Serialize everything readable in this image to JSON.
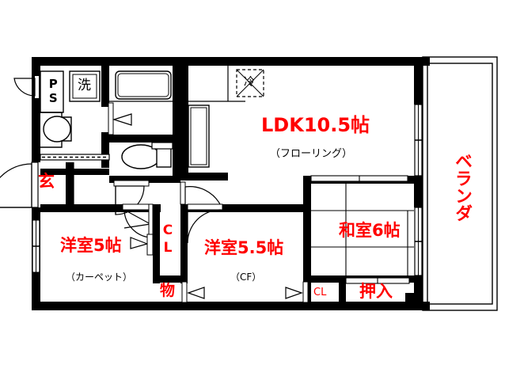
{
  "floorplan": {
    "title": "Apartment floor plan",
    "colors": {
      "wall": "#000000",
      "label_red": "#ff0000",
      "label_black": "#000000",
      "background": "#ffffff"
    },
    "rooms": [
      {
        "key": "ldk",
        "label": "LDK10.5帖",
        "sub": "（フローリング）",
        "color": "#ff0000"
      },
      {
        "key": "washitsu",
        "label": "和室6帖",
        "sub": "",
        "color": "#ff0000"
      },
      {
        "key": "yoshitsu5",
        "label": "洋室5帖",
        "sub": "（カーペット）",
        "color": "#ff0000"
      },
      {
        "key": "yoshitsu55",
        "label": "洋室5.5帖",
        "sub": "（CF）",
        "color": "#ff0000"
      },
      {
        "key": "veranda",
        "label": "ベランダ",
        "sub": "",
        "color": "#ff0000"
      }
    ],
    "markers": [
      {
        "key": "genkan",
        "label": "玄",
        "color": "#ff0000"
      },
      {
        "key": "closet_cl",
        "label": "CL",
        "color": "#ff0000"
      },
      {
        "key": "storage",
        "label": "物",
        "color": "#ff0000"
      },
      {
        "key": "closet_cl2",
        "label": "CL",
        "color": "#ff0000"
      },
      {
        "key": "oshiire",
        "label": "押入",
        "color": "#ff0000"
      },
      {
        "key": "pipe_shaft",
        "label": "PS",
        "color": "#000000"
      },
      {
        "key": "washer",
        "label": "洗",
        "color": "#000000"
      },
      {
        "key": "fridge",
        "label": "冷",
        "color": "#000000"
      }
    ]
  }
}
